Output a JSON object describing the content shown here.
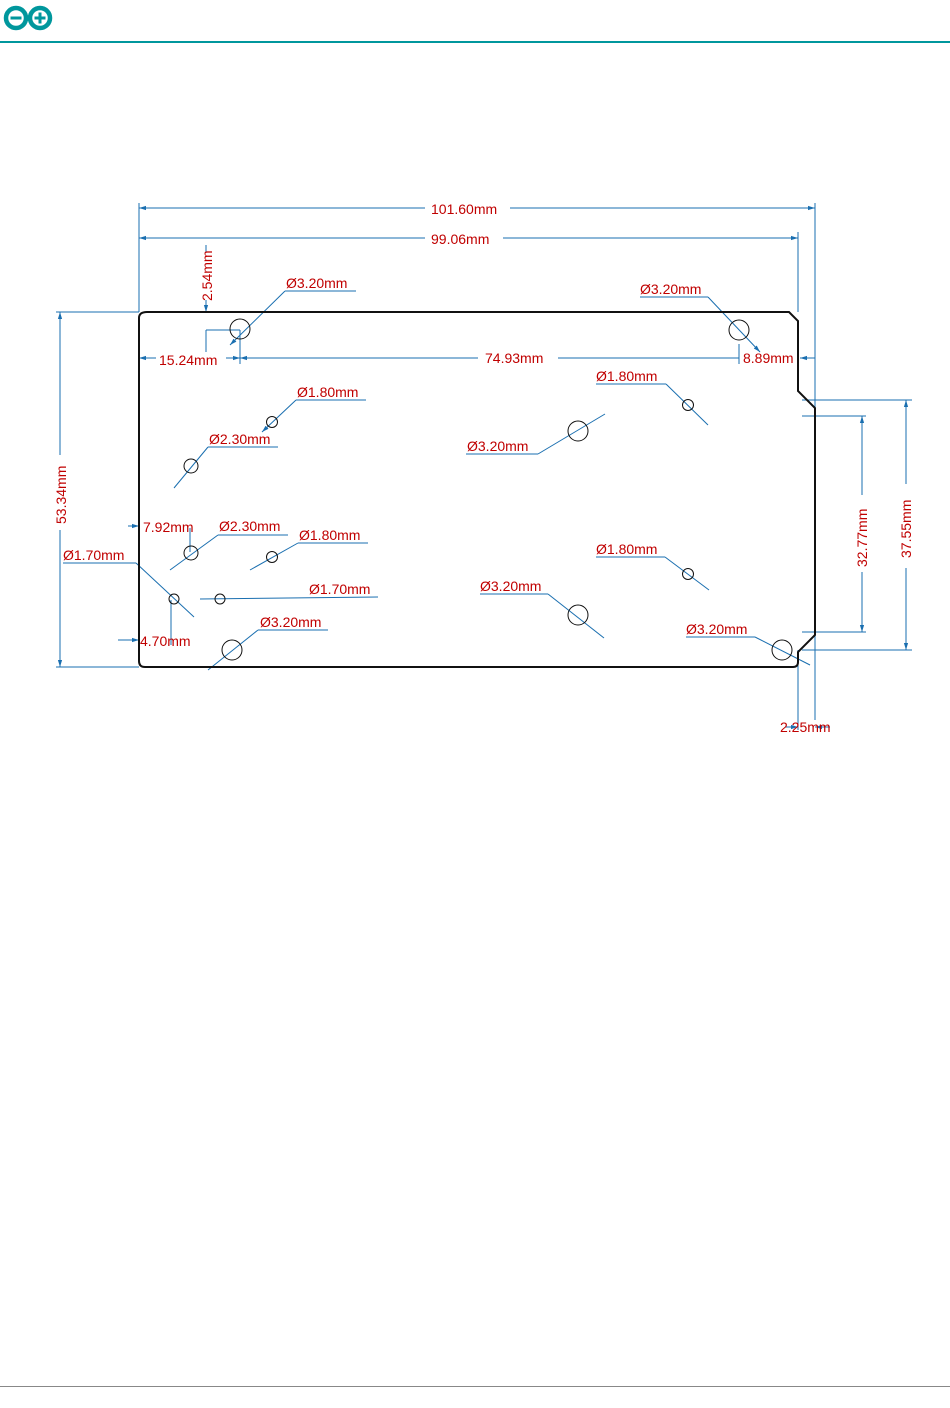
{
  "colors": {
    "brand": "#00979d",
    "dimension_line": "#1a6fb0",
    "dimension_text": "#c00000",
    "outline": "#111111",
    "footer_rule": "#888888"
  },
  "header": {
    "logo_icon": "arduino-infinity-logo-icon"
  },
  "drawing": {
    "dimensions": {
      "overall_width": "101.60mm",
      "inner_width": "99.06mm",
      "overall_height": "53.34mm",
      "top_offset": "2.54mm",
      "left_hole_offset": "15.24mm",
      "hole_spacing": "74.93mm",
      "right_hole_offset": "8.89mm",
      "notch_height": "32.77mm",
      "notch_outer_height": "37.55mm",
      "left_offset_a": "7.92mm",
      "left_offset_b": "4.70mm",
      "notch_depth": "2.25mm"
    },
    "holes": [
      {
        "id": "top-left",
        "label": "Ø3.20mm"
      },
      {
        "id": "top-right",
        "label": "Ø3.20mm"
      },
      {
        "id": "center-top",
        "label": "Ø3.20mm"
      },
      {
        "id": "center-bottom",
        "label": "Ø3.20mm"
      },
      {
        "id": "bottom-left",
        "label": "Ø3.20mm"
      },
      {
        "id": "bottom-right",
        "label": "Ø3.20mm"
      },
      {
        "id": "upper-small",
        "label": "Ø1.80mm"
      },
      {
        "id": "right-top-small",
        "label": "Ø1.80mm"
      },
      {
        "id": "mid-small",
        "label": "Ø1.80mm"
      },
      {
        "id": "right-bottom-small",
        "label": "Ø1.80mm"
      },
      {
        "id": "upper-medium",
        "label": "Ø2.30mm"
      },
      {
        "id": "mid-medium",
        "label": "Ø2.30mm"
      },
      {
        "id": "left-tiny",
        "label": "Ø1.70mm"
      },
      {
        "id": "center-tiny",
        "label": "Ø1.70mm"
      }
    ]
  }
}
